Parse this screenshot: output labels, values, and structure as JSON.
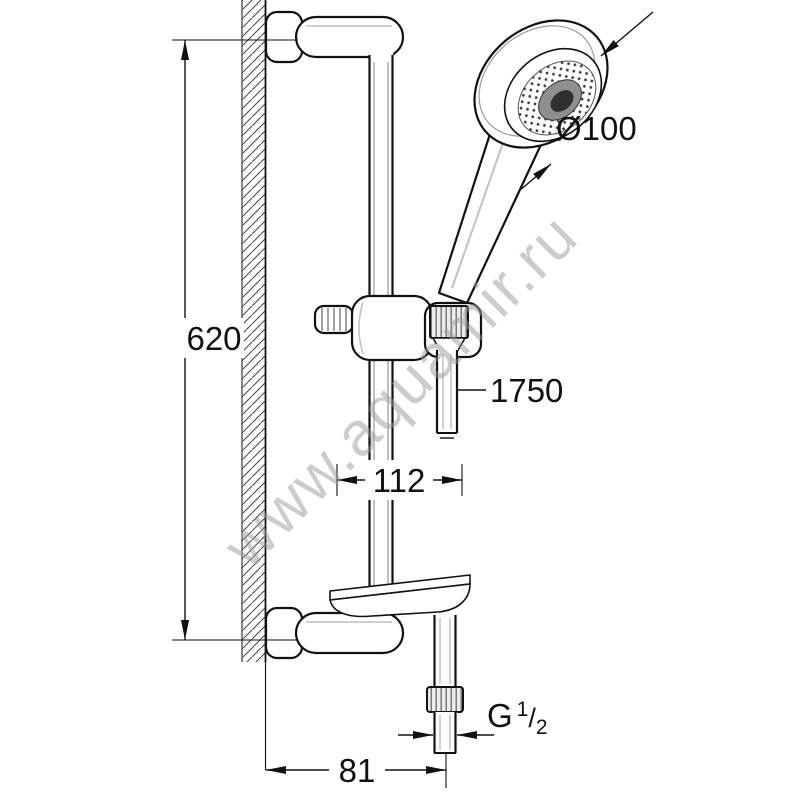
{
  "watermark": "www.aquamir.ru",
  "dimensions": {
    "rail_height": "620",
    "head_diameter": "Ø100",
    "hose_length": "1750",
    "holder_width": "112",
    "bottom_offset": "81",
    "thread": {
      "prefix": "G",
      "numerator": "1",
      "slash": "/",
      "denominator": "2"
    }
  },
  "colors": {
    "line": "#111111",
    "watermark": "#999999",
    "background": "#ffffff",
    "hatch": "#4a4a4a"
  }
}
